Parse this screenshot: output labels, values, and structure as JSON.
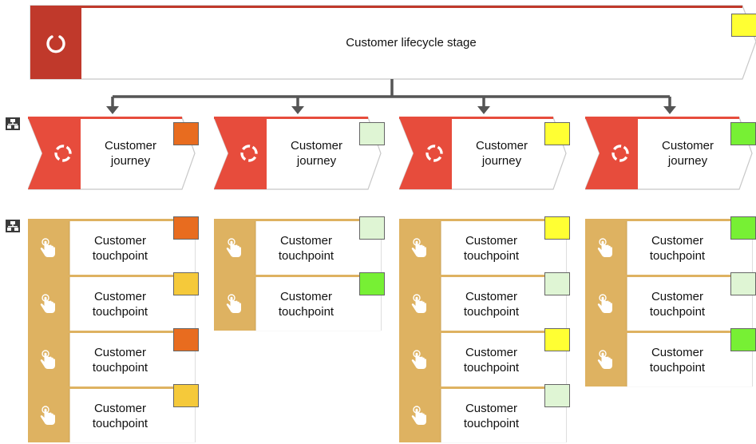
{
  "colors": {
    "red_dark": "#c0392b",
    "red": "#e74c3c",
    "tan": "#deb261",
    "connector": "#555555",
    "status_orange": "#e86c1f",
    "status_amber": "#f5c93a",
    "status_yellow": "#ffff33",
    "status_pale_green": "#dff5d4",
    "status_green": "#77f034"
  },
  "stage": {
    "label": "Customer lifecycle stage",
    "icon": "cycle-icon",
    "status": "status_yellow"
  },
  "structure_icons": [
    "hierarchy-icon",
    "hierarchy-icon"
  ],
  "journeys": [
    {
      "label": "Customer\njourney",
      "icon": "cycle-dashed-icon",
      "status": "status_orange",
      "touchpoints": [
        {
          "label": "Customer\ntouchpoint",
          "icon": "hand-pointer-icon",
          "status": "status_orange"
        },
        {
          "label": "Customer\ntouchpoint",
          "icon": "hand-pointer-icon",
          "status": "status_amber"
        },
        {
          "label": "Customer\ntouchpoint",
          "icon": "hand-pointer-icon",
          "status": "status_orange"
        },
        {
          "label": "Customer\ntouchpoint",
          "icon": "hand-pointer-icon",
          "status": "status_amber"
        }
      ]
    },
    {
      "label": "Customer\njourney",
      "icon": "cycle-dashed-icon",
      "status": "status_pale_green",
      "touchpoints": [
        {
          "label": "Customer\ntouchpoint",
          "icon": "hand-pointer-icon",
          "status": "status_pale_green"
        },
        {
          "label": "Customer\ntouchpoint",
          "icon": "hand-pointer-icon",
          "status": "status_green"
        }
      ]
    },
    {
      "label": "Customer\njourney",
      "icon": "cycle-dashed-icon",
      "status": "status_yellow",
      "touchpoints": [
        {
          "label": "Customer\ntouchpoint",
          "icon": "hand-pointer-icon",
          "status": "status_yellow"
        },
        {
          "label": "Customer\ntouchpoint",
          "icon": "hand-pointer-icon",
          "status": "status_pale_green"
        },
        {
          "label": "Customer\ntouchpoint",
          "icon": "hand-pointer-icon",
          "status": "status_yellow"
        },
        {
          "label": "Customer\ntouchpoint",
          "icon": "hand-pointer-icon",
          "status": "status_pale_green"
        }
      ]
    },
    {
      "label": "Customer\njourney",
      "icon": "cycle-dashed-icon",
      "status": "status_green",
      "touchpoints": [
        {
          "label": "Customer\ntouchpoint",
          "icon": "hand-pointer-icon",
          "status": "status_green"
        },
        {
          "label": "Customer\ntouchpoint",
          "icon": "hand-pointer-icon",
          "status": "status_pale_green"
        },
        {
          "label": "Customer\ntouchpoint",
          "icon": "hand-pointer-icon",
          "status": "status_green"
        }
      ]
    }
  ]
}
